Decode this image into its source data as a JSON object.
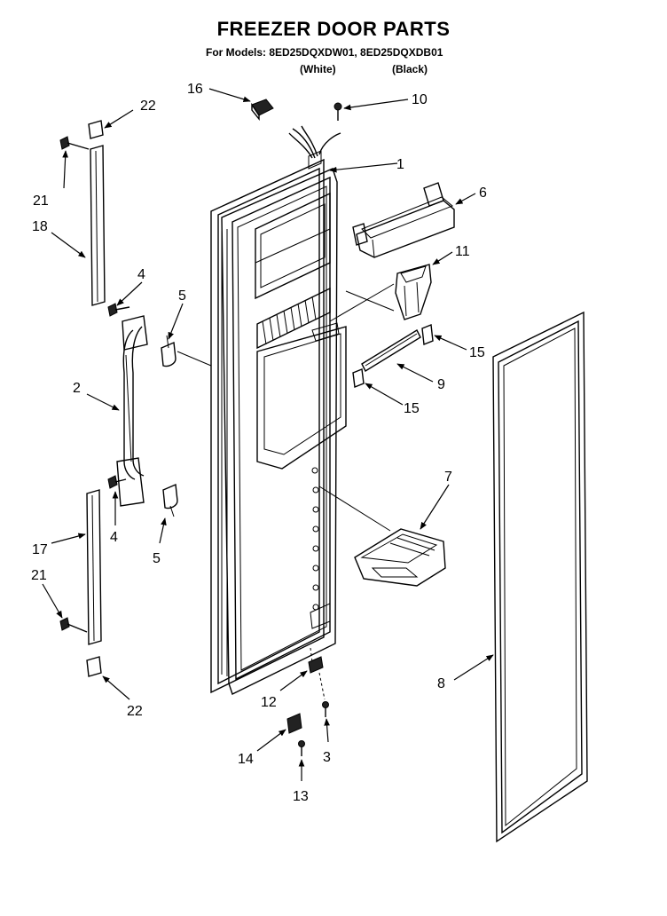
{
  "header": {
    "title": "FREEZER DOOR PARTS",
    "models_line": "For Models: 8ED25DQXDW01, 8ED25DQXDB01",
    "color_white": "(White)",
    "color_black": "(Black)"
  },
  "callouts": {
    "c1": "1",
    "c2": "2",
    "c3": "3",
    "c4a": "4",
    "c4b": "4",
    "c5a": "5",
    "c5b": "5",
    "c6": "6",
    "c7": "7",
    "c8": "8",
    "c9": "9",
    "c10": "10",
    "c11": "11",
    "c12": "12",
    "c13": "13",
    "c14": "14",
    "c15a": "15",
    "c15b": "15",
    "c16": "16",
    "c17": "17",
    "c18": "18",
    "c21a": "21",
    "c21b": "21",
    "c22a": "22",
    "c22b": "22"
  }
}
